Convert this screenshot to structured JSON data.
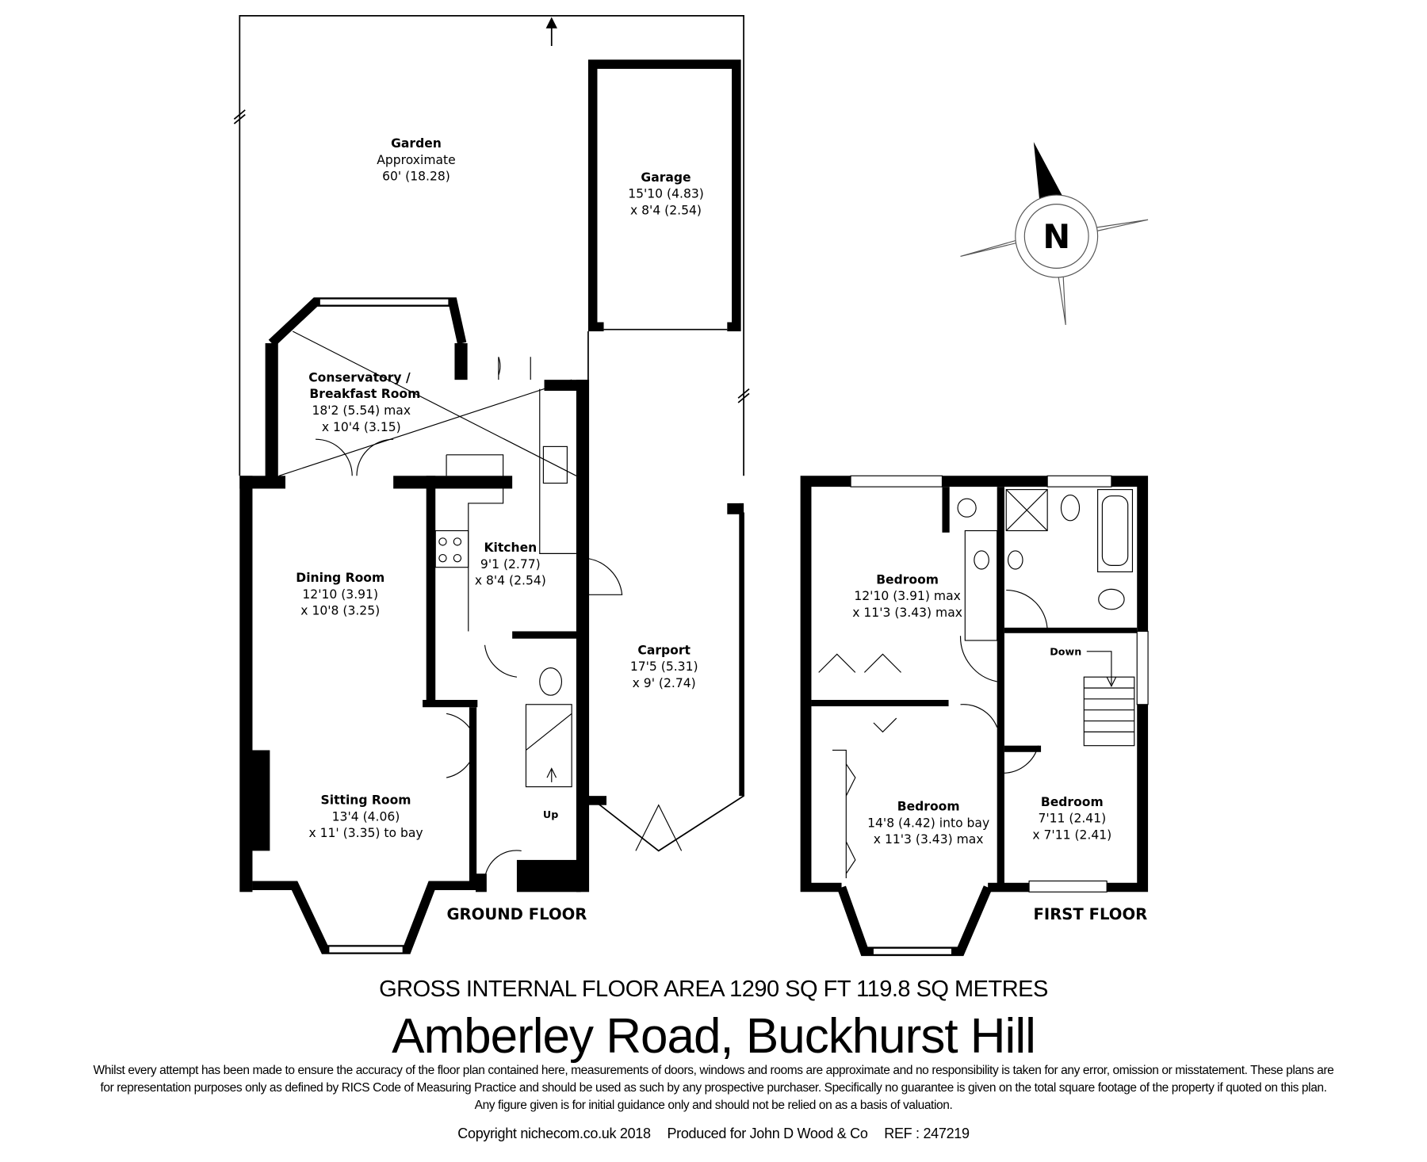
{
  "plan": {
    "garden": {
      "name": "Garden",
      "line1": "Approximate",
      "line2": "60' (18.28)"
    },
    "garage": {
      "name": "Garage",
      "line1": "15'10 (4.83)",
      "line2": "x 8'4 (2.54)"
    },
    "conservatory": {
      "name1": "Conservatory /",
      "name2": "Breakfast Room",
      "line1": "18'2 (5.54) max",
      "line2": "x 10'4 (3.15)"
    },
    "kitchen": {
      "name": "Kitchen",
      "line1": "9'1 (2.77)",
      "line2": "x 8'4 (2.54)"
    },
    "dining": {
      "name": "Dining Room",
      "line1": "12'10 (3.91)",
      "line2": "x 10'8 (3.25)"
    },
    "carport": {
      "name": "Carport",
      "line1": "17'5 (5.31)",
      "line2": "x 9' (2.74)"
    },
    "sitting": {
      "name": "Sitting Room",
      "line1": "13'4 (4.06)",
      "line2": "x 11' (3.35) to bay"
    },
    "up_label": "Up",
    "ground_floor_label": "GROUND FLOOR",
    "bedroom1": {
      "name": "Bedroom",
      "line1": "12'10 (3.91) max",
      "line2": "x 11'3 (3.43) max"
    },
    "bedroom2": {
      "name": "Bedroom",
      "line1": "14'8 (4.42) into bay",
      "line2": "x 11'3 (3.43) max"
    },
    "bedroom3": {
      "name": "Bedroom",
      "line1": "7'11 (2.41)",
      "line2": "x 7'11 (2.41)"
    },
    "down_label": "Down",
    "first_floor_label": "FIRST FLOOR",
    "compass_label": "N"
  },
  "footer": {
    "area": "GROSS INTERNAL FLOOR AREA 1290 SQ FT 119.8 SQ METRES",
    "title": "Amberley Road, Buckhurst Hill",
    "disclaimer1": "Whilst every attempt has been made to ensure the accuracy of the floor plan contained here, measurements of doors, windows and rooms are approximate and no responsibility is taken for any error, omission or misstatement. These plans are",
    "disclaimer2": "for representation purposes only as defined by RICS Code of Measuring Practice and should be used as such by any prospective purchaser.  Specifically no guarantee is given on the total square footage of the property if quoted on this plan.",
    "disclaimer3": "Any figure given is for initial guidance only and should not be relied on as a basis of valuation.",
    "copyright": "Copyright nichecom.co.uk 2018",
    "produced": "Produced for John D Wood & Co",
    "ref": "REF :  247219"
  }
}
